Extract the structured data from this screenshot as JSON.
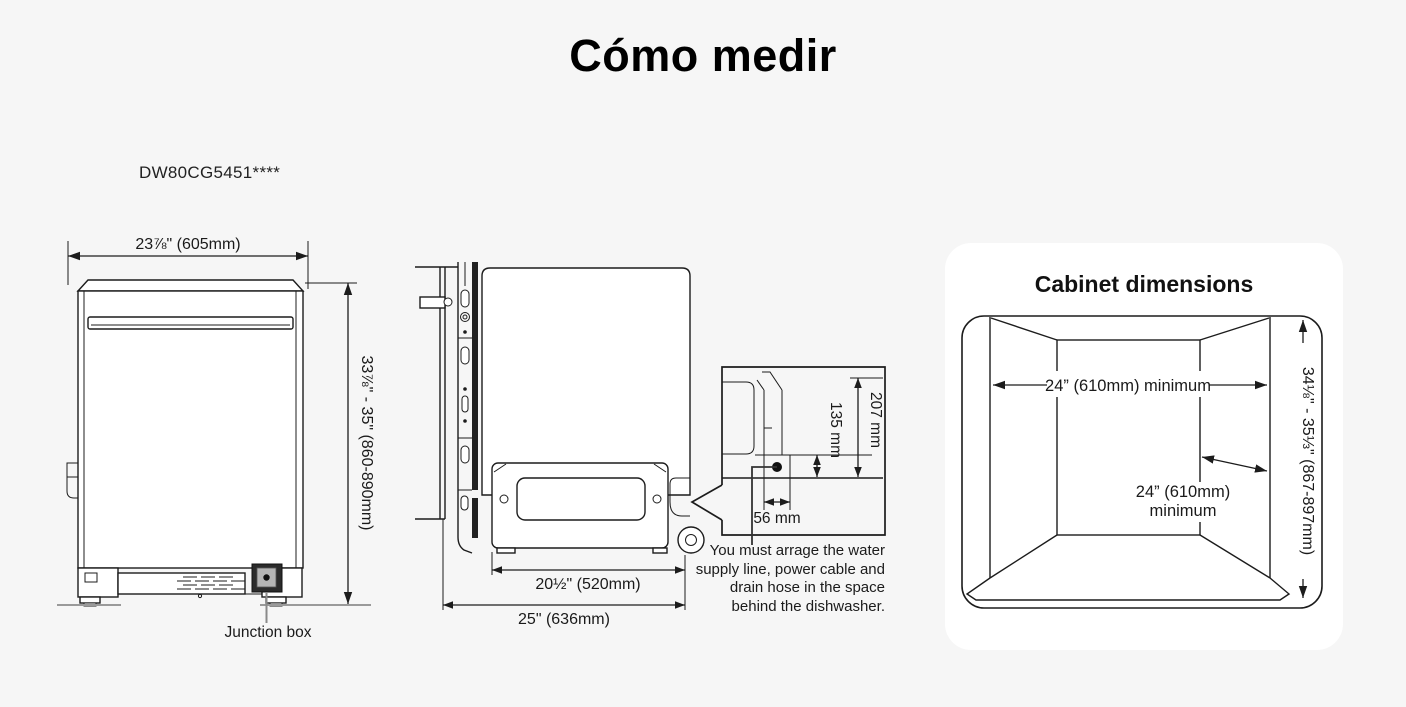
{
  "page": {
    "title": "Cómo medir",
    "model": "DW80CG5451****"
  },
  "front_view": {
    "width_dim": "23⅞\" (605mm)",
    "height_dim": "33⅞\" - 35\" (860-890mm)",
    "junction_label": "Junction box"
  },
  "side_view": {
    "base_depth_dim": "20½\" (520mm)",
    "total_depth_dim": "25\" (636mm)"
  },
  "detail_callout": {
    "dim_207": "207 mm",
    "dim_135": "135 mm",
    "dim_56": "56 mm",
    "note": "You must arrage the water supply line, power cable and drain hose in the space behind the dishwasher."
  },
  "cabinet": {
    "title": "Cabinet dimensions",
    "width_dim": "24” (610mm) minimum",
    "depth_dim_line1": "24” (610mm)",
    "depth_dim_line2": "minimum",
    "height_dim": "34⅛\" - 35⅓\" (867-897mm)"
  },
  "colors": {
    "page_bg": "#f6f6f6",
    "card_bg": "#ffffff",
    "line": "#1c1c1c",
    "junction_box_fill": "#2b2b2b",
    "junction_box_inner": "#b5b5b5"
  }
}
